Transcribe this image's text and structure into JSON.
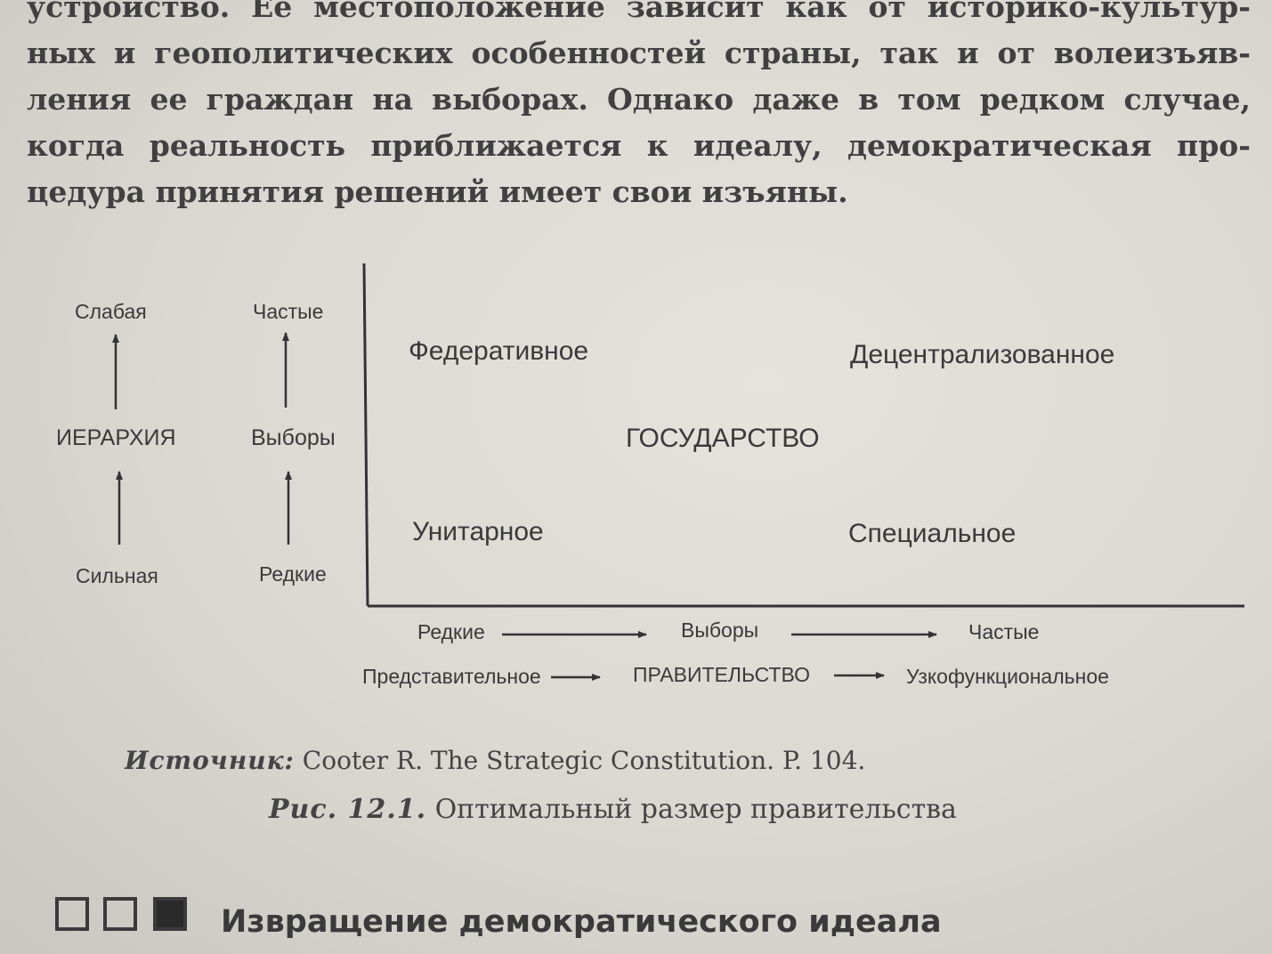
{
  "paragraph": {
    "lines": [
      "устройство. Ее местоположение зависит как от историко-культур-",
      "ных и геополитических особенностей страны, так и от волеизъяв-",
      "ления ее граждан на выборах. Однако даже в том редком случае,",
      "когда реальность приближается к идеалу, демократическая про-",
      "цедура принятия решений имеет свои изъяны."
    ]
  },
  "figure": {
    "hierarchy": {
      "top": "Слабая",
      "middle": "ИЕРАРХИЯ",
      "bottom": "Сильная"
    },
    "elections_vertical": {
      "top": "Частые",
      "middle": "Выборы",
      "bottom": "Редкие"
    },
    "state": {
      "top_left": "Федеративное",
      "top_right": "Децентрализованное",
      "center": "ГОСУДАРСТВО",
      "bottom_left": "Унитарное",
      "bottom_right": "Специальное"
    },
    "elections_horizontal": {
      "left": "Редкие",
      "middle": "Выборы",
      "right": "Частые"
    },
    "government": {
      "left": "Представительное",
      "middle": "ПРАВИТЕЛЬСТВО",
      "right": "Узкофункциональное"
    }
  },
  "caption": {
    "source_label": "Источник:",
    "source_text": " Cooter R. The Strategic Constitution. P. 104.",
    "figure_label": "Рис. 12.1.",
    "figure_title": " Оптимальный размер правительства"
  },
  "section": {
    "title": "Извращение демократического идеала"
  }
}
